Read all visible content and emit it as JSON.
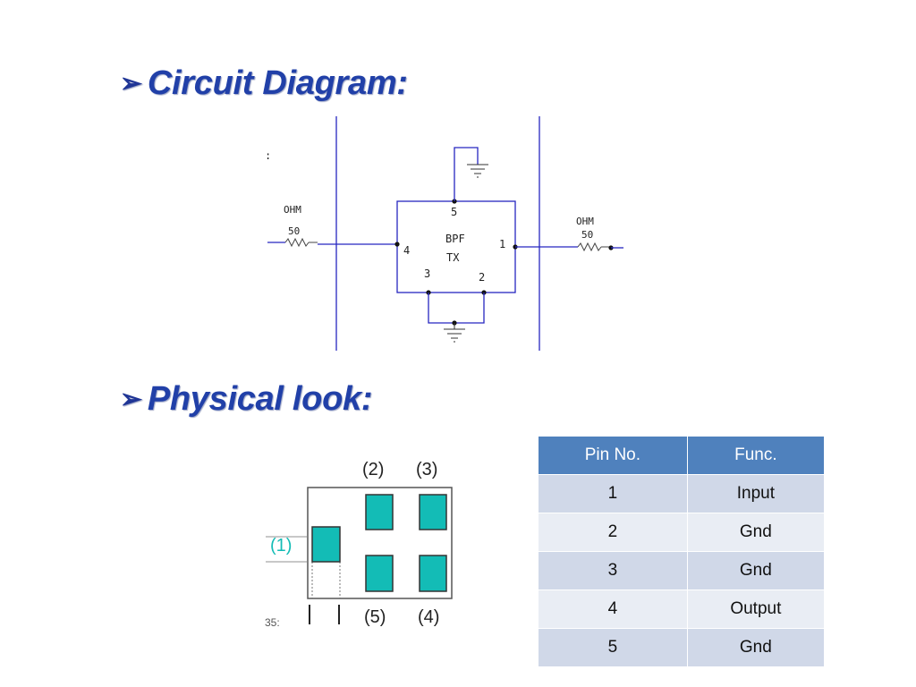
{
  "headings": {
    "circuit": "Circuit Diagram:",
    "physical": "Physical look:",
    "bullet_icon": "arrowhead-bullet"
  },
  "circuit": {
    "left_resistor": {
      "unit": "OHM",
      "value": "50"
    },
    "right_resistor": {
      "unit": "OHM",
      "value": "50"
    },
    "block": {
      "line1": "BPF",
      "line2": "TX"
    },
    "pins": {
      "p1": "1",
      "p2": "2",
      "p3": "3",
      "p4": "4",
      "p5": "5"
    },
    "stray_mark": ":"
  },
  "physical": {
    "labels": {
      "p1": "(1)",
      "p2": "(2)",
      "p3": "(3)",
      "p4": "(4)",
      "p5": "(5)"
    },
    "stray_mark": "35:",
    "pad_color": "#13bcb6"
  },
  "table": {
    "header_color": "#4f81bd",
    "headers": [
      "Pin No.",
      "Func."
    ],
    "rows": [
      [
        "1",
        "Input"
      ],
      [
        "2",
        "Gnd"
      ],
      [
        "3",
        "Gnd"
      ],
      [
        "4",
        "Output"
      ],
      [
        "5",
        "Gnd"
      ]
    ]
  }
}
